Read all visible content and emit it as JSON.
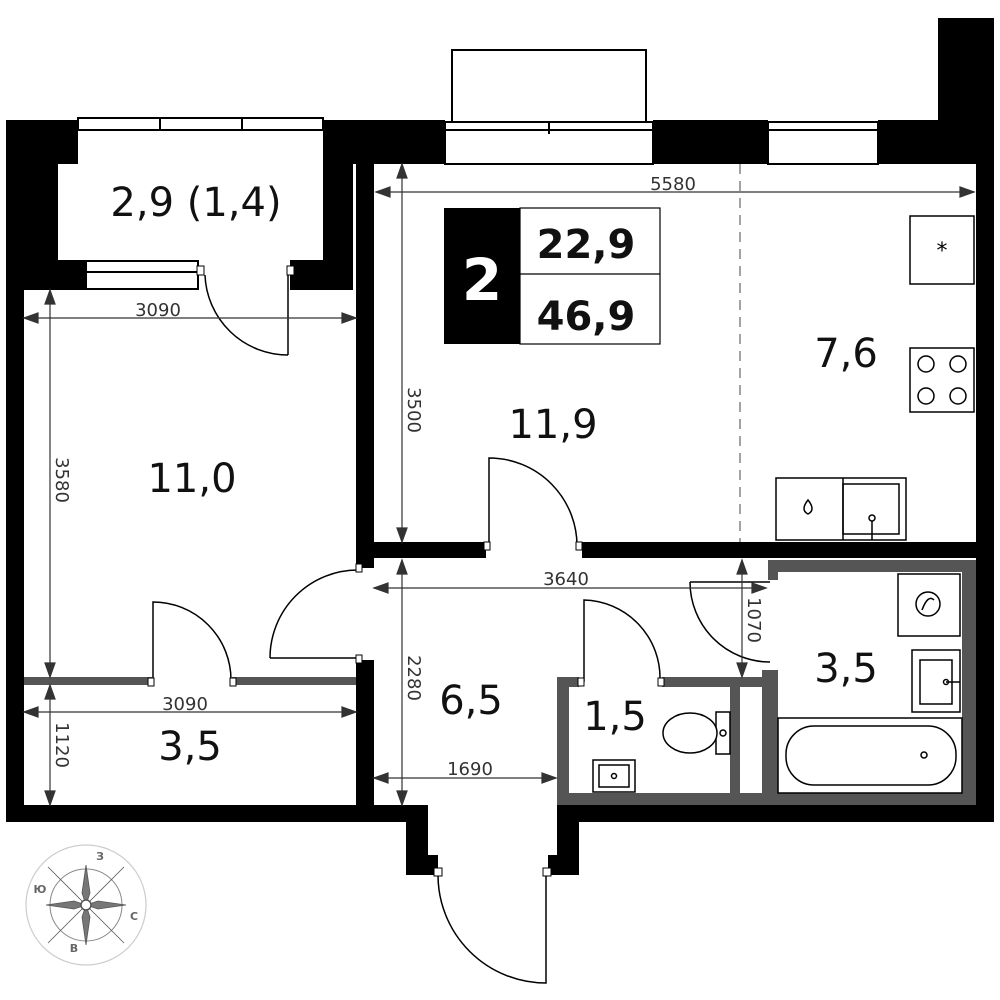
{
  "badge": {
    "rooms": "2",
    "living_area": "22,9",
    "total_area": "46,9"
  },
  "rooms": {
    "balcony": "2,9 (1,4)",
    "bedroom": "11,0",
    "storage": "3,5",
    "living_room": "11,9",
    "kitchen": "7,6",
    "hall": "6,5",
    "wc": "1,5",
    "bathroom": "3,5"
  },
  "dimensions": {
    "kitchen_living_width": "5580",
    "bedroom_width": "3090",
    "storage_width": "3090",
    "bedroom_depth": "3580",
    "storage_depth": "1120",
    "living_depth": "3500",
    "hall_width": "3640",
    "hall_depth": "2280",
    "entry_width": "1690",
    "bath_passage": "1070"
  },
  "compass": {
    "north": "З",
    "west": "Ю",
    "east": "С",
    "south": "В"
  },
  "colors": {
    "wall": "#000000",
    "partition": "#555555",
    "line": "#333333"
  }
}
